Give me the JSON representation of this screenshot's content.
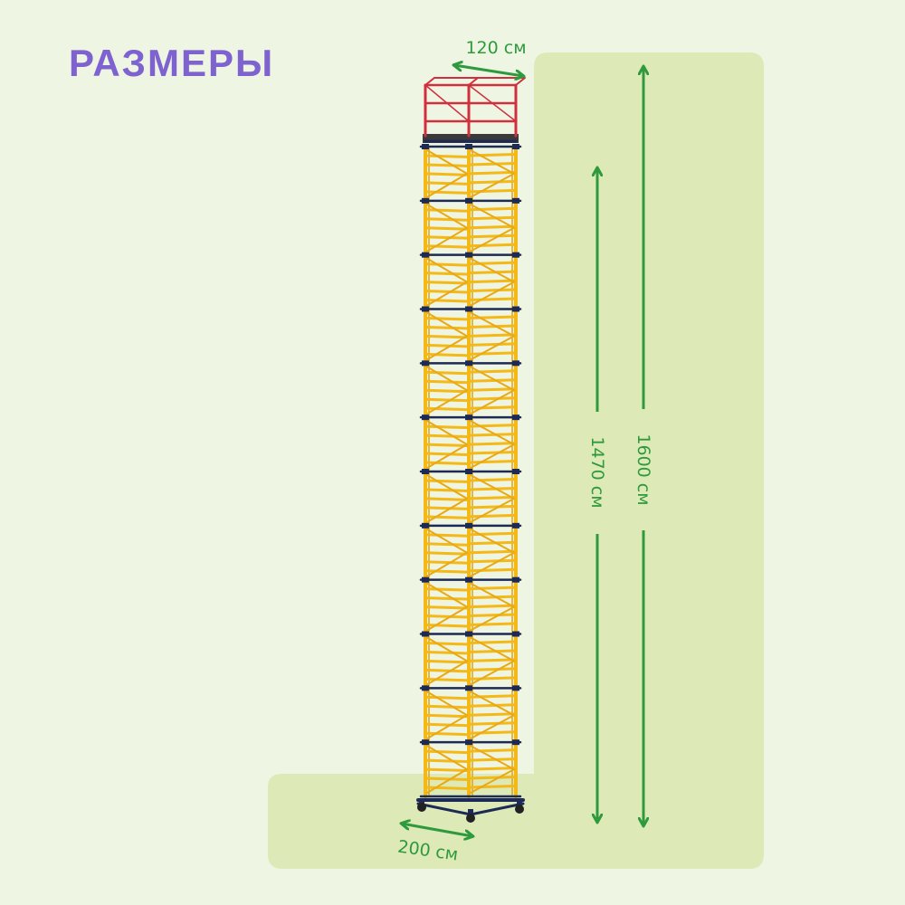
{
  "title": "РАЗМЕРЫ",
  "dimensions": {
    "width_top": "120 см",
    "width_base": "200 см",
    "height_platform": "1470 см",
    "height_total": "1600 см"
  },
  "colors": {
    "title": "#7d62d0",
    "background": "#eef5e3",
    "panel": "#dde9b6",
    "arrow": "#2f9a3d",
    "text": "#2f9a3d",
    "frame_yellow": "#f4b817",
    "frame_red": "#d0303d",
    "frame_navy": "#1d2a55"
  },
  "scaffold": {
    "sections": 12
  }
}
